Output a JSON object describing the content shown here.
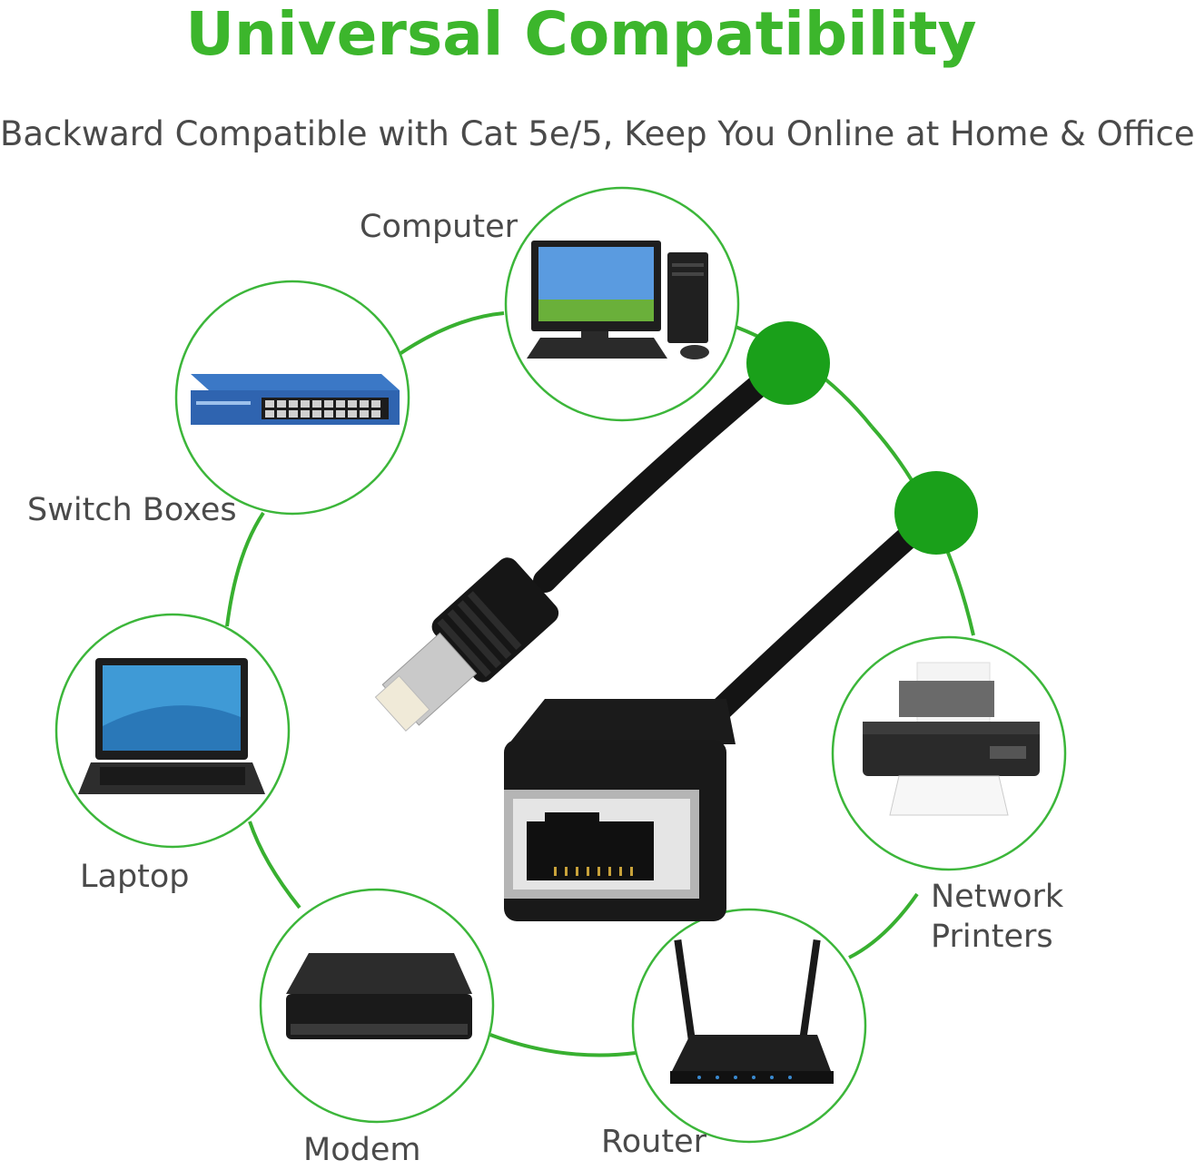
{
  "title": "Universal Compatibility",
  "subtitle": "Backward Compatible with Cat 5e/5, Keep You Online at Home & Office",
  "devices": {
    "computer": "Computer",
    "switch_boxes": "Switch Boxes",
    "laptop": "Laptop",
    "modem": "Modem",
    "router": "Router",
    "network_printers_line1": "Network",
    "network_printers_line2": "Printers"
  },
  "colors": {
    "accent_green": "#3cb62c",
    "ring_green": "#1a9a1a",
    "text_gray": "#4a4a4a"
  },
  "icons": [
    "computer-icon",
    "switch-box-icon",
    "laptop-icon",
    "modem-icon",
    "router-icon",
    "printer-icon",
    "ethernet-cable-icon"
  ]
}
